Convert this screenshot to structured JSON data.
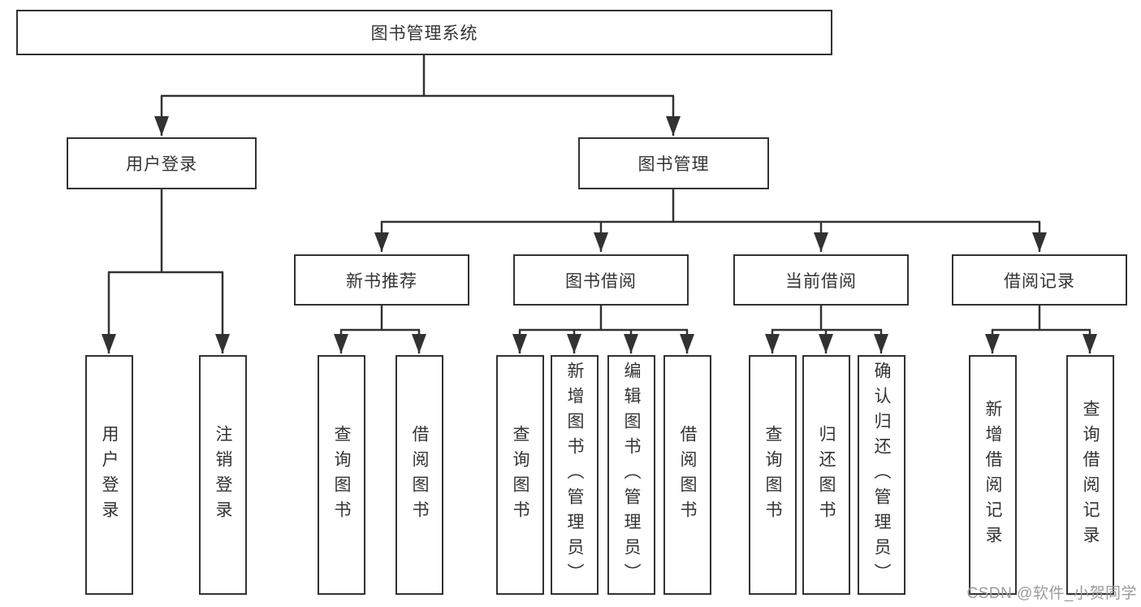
{
  "colors": {
    "line": "#333333",
    "box_border": "#323232",
    "box_background": "#ffffff",
    "text": "#333333",
    "watermark_text_color": "#9b9b9b",
    "page_background": "#ffffff"
  },
  "watermark": {
    "text": "CSDN @软件_小贺同学"
  },
  "tree": {
    "label": "图书管理系统",
    "children": [
      {
        "label": "用户登录",
        "children": [
          {
            "label": "用户登录"
          },
          {
            "label": "注销登录"
          }
        ]
      },
      {
        "label": "图书管理",
        "children": [
          {
            "label": "新书推荐",
            "children": [
              {
                "label": "查询图书"
              },
              {
                "label": "借阅图书"
              }
            ]
          },
          {
            "label": "图书借阅",
            "children": [
              {
                "label": "查询图书"
              },
              {
                "label": "新增图书（管理员）"
              },
              {
                "label": "编辑图书（管理员）"
              },
              {
                "label": "借阅图书"
              }
            ]
          },
          {
            "label": "当前借阅",
            "children": [
              {
                "label": "查询图书"
              },
              {
                "label": "归还图书"
              },
              {
                "label": "确认归还（管理员）"
              }
            ]
          },
          {
            "label": "借阅记录",
            "children": [
              {
                "label": "新增借阅记录"
              },
              {
                "label": "查询借阅记录"
              }
            ]
          }
        ]
      }
    ]
  }
}
